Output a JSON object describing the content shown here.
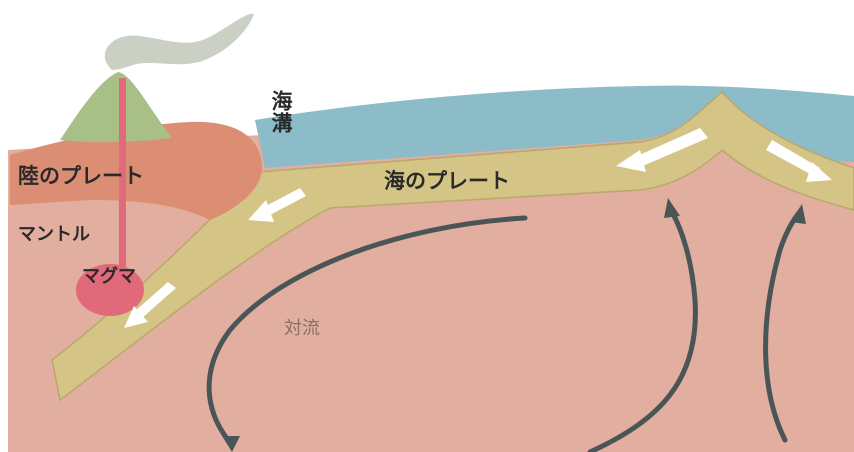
{
  "labels": {
    "trench": "海溝",
    "continental_plate": "陸のプレート",
    "oceanic_plate": "海のプレート",
    "mantle": "マントル",
    "magma": "マグマ",
    "convection": "対流"
  },
  "colors": {
    "background": "#ffffff",
    "ocean": "#8cbcc7",
    "ocean_surface": "#a8cfd6",
    "oceanic_plate": "#d4c485",
    "oceanic_plate_edge": "#b9a86a",
    "continental_plate": "#dc8e74",
    "mantle": "#e2ae9f",
    "mantle_shadow": "#d99c8d",
    "volcano": "#a8bf87",
    "smoke": "#cbd0c4",
    "magma": "#e06a7a",
    "convection_arrow": "#4a5557",
    "plate_arrow": "#ffffff"
  },
  "icons": {
    "volcano": "volcano-icon",
    "smoke": "smoke-icon",
    "magma_chamber": "magma-chamber-icon"
  }
}
